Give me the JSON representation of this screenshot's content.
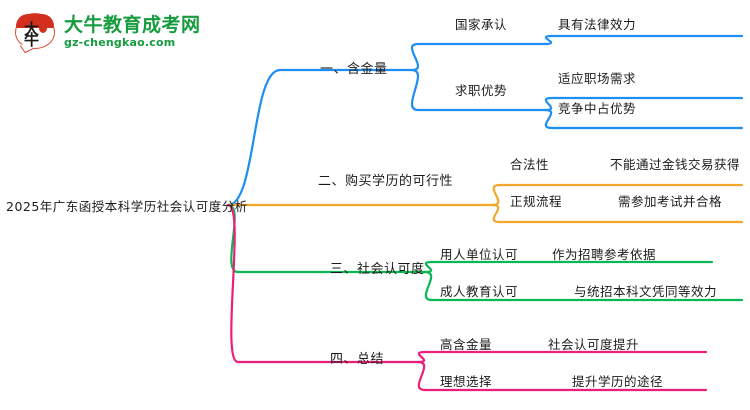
{
  "logo": {
    "mark_text_top": "大",
    "mark_text_bottom": "牛",
    "title": "大牛教育成考网",
    "subtitle": "gz-chengkao.com",
    "brand_green": "#169b3f",
    "brand_red": "#d32f1e"
  },
  "mindmap": {
    "root": {
      "label": "2025年广东函授本科学历社会认可度分析"
    },
    "branches": [
      {
        "label": "一、含金量",
        "color": "#1e8ef0",
        "children": [
          {
            "label": "国家承认",
            "leaves": [
              {
                "label": "具有法律效力"
              }
            ]
          },
          {
            "label": "求职优势",
            "leaves": [
              {
                "label": "适应职场需求"
              },
              {
                "label": "竞争中占优势"
              }
            ]
          }
        ]
      },
      {
        "label": "二、购买学历的可行性",
        "color": "#f2a72c",
        "children": [
          {
            "label": "合法性",
            "leaves": [
              {
                "label": "不能通过金钱交易获得"
              }
            ]
          },
          {
            "label": "正规流程",
            "leaves": [
              {
                "label": "需参加考试并合格"
              }
            ]
          }
        ]
      },
      {
        "label": "三、社会认可度",
        "color": "#0ab755",
        "children": [
          {
            "label": "用人单位认可",
            "leaves": [
              {
                "label": "作为招聘参考依据"
              }
            ]
          },
          {
            "label": "成人教育认可",
            "leaves": [
              {
                "label": "与统招本科文凭同等效力"
              }
            ]
          }
        ]
      },
      {
        "label": "四、总结",
        "color": "#ec1e79",
        "children": [
          {
            "label": "高含金量",
            "leaves": [
              {
                "label": "社会认可度提升"
              }
            ]
          },
          {
            "label": "理想选择",
            "leaves": [
              {
                "label": "提升学历的途径"
              }
            ]
          }
        ]
      }
    ]
  }
}
